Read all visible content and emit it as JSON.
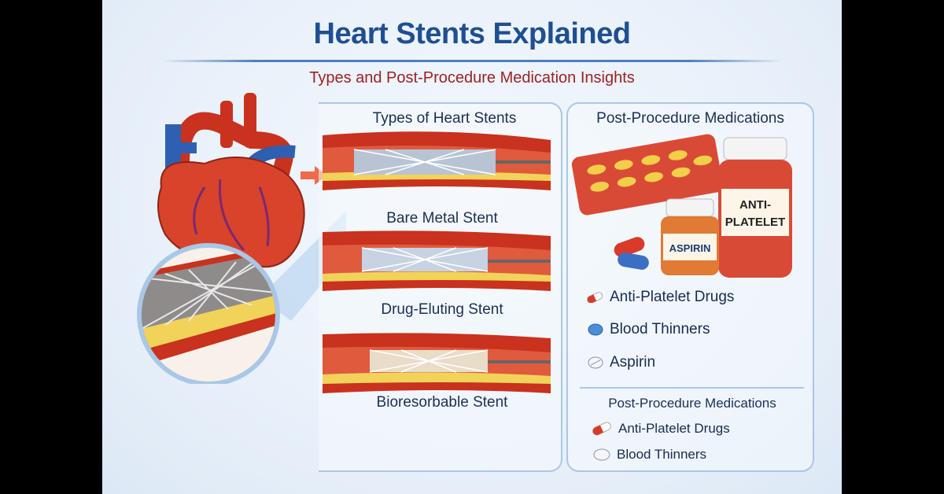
{
  "header": {
    "title": "Heart Stents Explained",
    "subtitle": "Types and Post-Procedure Medication Insights"
  },
  "stents": {
    "heading": "Types of Heart Stents",
    "items": [
      {
        "label": "Bare Metal Stent"
      },
      {
        "label": "Drug-Eluting Stent"
      },
      {
        "label": "Bioresorbable Stent"
      }
    ]
  },
  "medications": {
    "heading": "Post-Procedure Medications",
    "bottle_labels": {
      "large": "ANTI-PLATELET",
      "small": "ASPIRIN"
    },
    "items": [
      {
        "label": "Anti-Platelet Drugs",
        "icon": "capsule-icon"
      },
      {
        "label": "Blood Thinners",
        "icon": "blue-tablet-icon"
      },
      {
        "label": "Aspirin",
        "icon": "white-tablet-icon"
      }
    ],
    "secondary_heading": "Post-Procedure Medications",
    "secondary_items": [
      {
        "label": "Anti-Platelet Drugs",
        "icon": "capsule-icon"
      },
      {
        "label": "Blood Thinners",
        "icon": "white-tablet-icon"
      }
    ]
  },
  "colors": {
    "title": "#1f4f91",
    "subtitle": "#9c2222",
    "artery": "#c8321e",
    "plaque": "#f2d35a"
  }
}
